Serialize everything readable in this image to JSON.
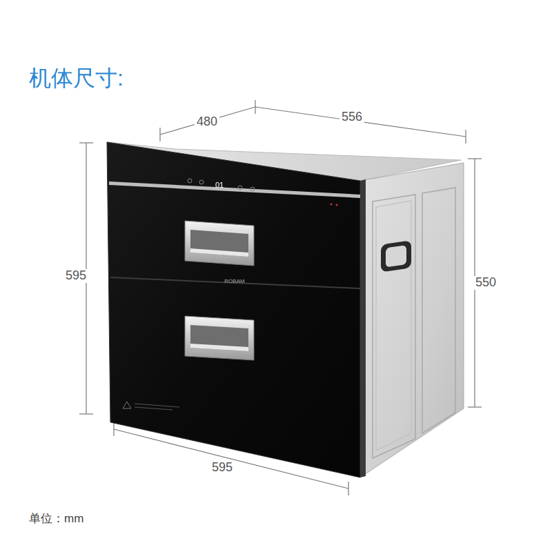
{
  "diagram": {
    "title": "机体尺寸:",
    "labels": [
      "01",
      "ROBAM",
      "480",
      "556",
      "595",
      "550",
      "595",
      "单位：mm"
    ]
  }
}
